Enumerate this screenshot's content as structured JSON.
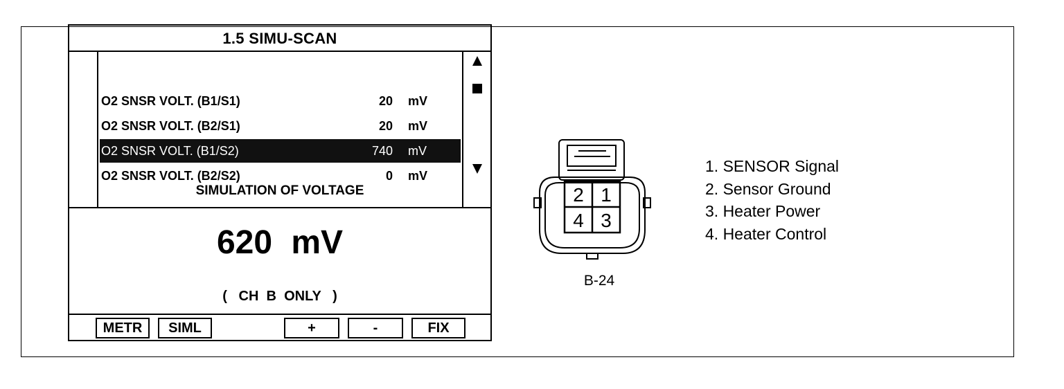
{
  "screen": {
    "title": "1.5  SIMU-SCAN",
    "rows": [
      {
        "label": "O2 SNSR VOLT. (B1/S1)",
        "value": "20",
        "unit": "mV",
        "selected": false
      },
      {
        "label": "O2 SNSR VOLT. (B2/S1)",
        "value": "20",
        "unit": "mV",
        "selected": false
      },
      {
        "label": "O2 SNSR VOLT. (B1/S2)",
        "value": "740",
        "unit": "mV",
        "selected": true
      },
      {
        "label": "O2 SNSR VOLT. (B2/S2)",
        "value": "0",
        "unit": "mV",
        "selected": false
      }
    ],
    "simulation_title": "SIMULATION OF VOLTAGE",
    "simulation_value": "620  mV",
    "simulation_note": "(   CH  B  ONLY   )",
    "function_keys": [
      "METR",
      "SIML",
      "+",
      "-",
      "FIX"
    ]
  },
  "connector": {
    "caption": "B-24",
    "pins": [
      "2",
      "1",
      "4",
      "3"
    ]
  },
  "legend": [
    "1. SENSOR Signal",
    "2. Sensor Ground",
    "3. Heater Power",
    "4. Heater Control"
  ]
}
